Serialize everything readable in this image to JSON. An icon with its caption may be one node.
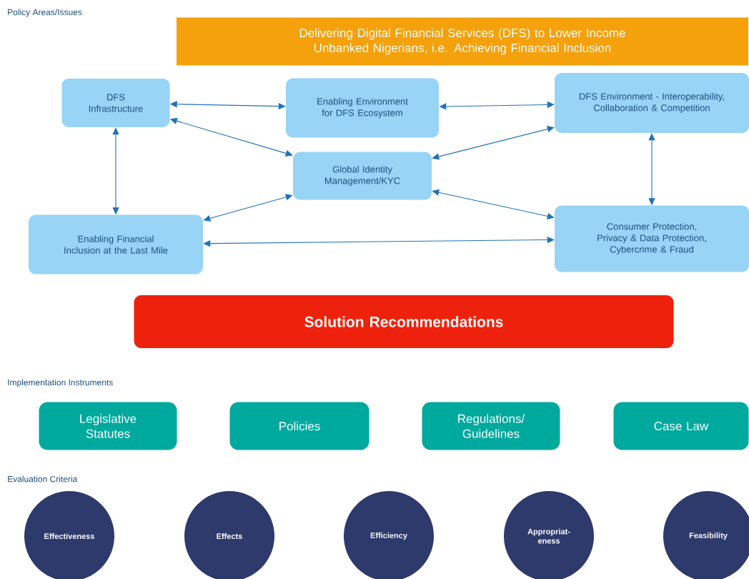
{
  "diagram": {
    "nodes": [
      {
        "text": [
          "Delivering Digital Financial Services (DFS) to Lower Income Unbanked Nigerians, i.e. Achieving Financial Inclusion"
        ]
      },
      {
        "text": [
          "DFS Infrastructure"
        ]
      },
      {
        "text": [
          "Enabling Environment for DFS Ecosystem"
        ]
      },
      {
        "text": [
          "DFS Environment - Interoperability, Collaboration & Competition"
        ]
      },
      {
        "text": [
          "Global Identity Management/KYC"
        ]
      },
      {
        "text": [
          "Enabling Financial Inclusion at the Last Mile"
        ]
      },
      {
        "text": [
          "Consumer Protection, Privacy & Data Protection, Cybercrime & Fraud"
        ]
      },
      {
        "text": [
          "Solution Recommendations"
        ]
      },
      {
        "text": [
          "Legislative Statutes"
        ]
      },
      {
        "text": [
          "Policies"
        ]
      },
      {
        "text": [
          "Regulations/ Guidelines"
        ]
      },
      {
        "text": [
          "Case Law"
        ]
      },
      {
        "text": [
          "Effectiveness"
        ]
      },
      {
        "text": [
          "Effects"
        ]
      },
      {
        "text": [
          "Efficiency"
        ]
      },
      {
        "text": [
          "Appropriat- eness"
        ]
      },
      {
        "text": [
          "Feasibility"
        ]
      }
    ],
    "edges": [
      {
        "from": 1,
        "to": 2,
        "arrow": "both"
      },
      {
        "from": 2,
        "to": 3,
        "arrow": "both"
      },
      {
        "from": 1,
        "to": 4,
        "arrow": "both"
      },
      {
        "from": 4,
        "to": 3,
        "arrow": "both"
      },
      {
        "from": 1,
        "to": 5,
        "arrow": "both"
      },
      {
        "from": 4,
        "to": 5,
        "arrow": "both"
      },
      {
        "from": 4,
        "to": 6,
        "arrow": "both"
      },
      {
        "from": 3,
        "to": 6,
        "arrow": "both"
      },
      {
        "from": 5,
        "to": 6,
        "arrow": "both"
      }
    ],
    "labels": [
      "Policy Areas/Issues",
      "Implementation Instruments",
      "Evaluation Criteria"
    ]
  }
}
